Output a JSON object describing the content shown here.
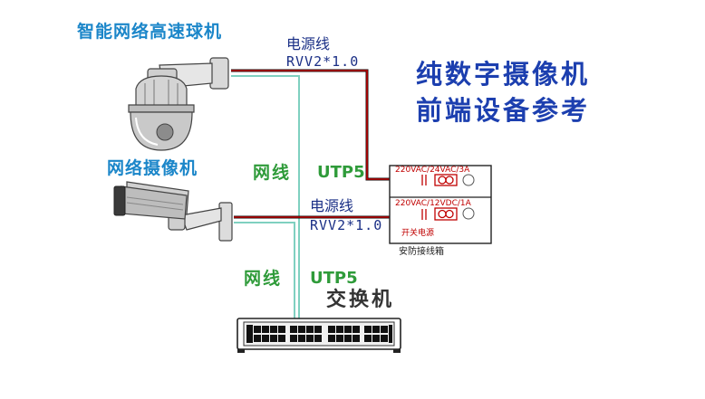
{
  "title": {
    "line1": "纯数字摄像机",
    "line2": "前端设备参考"
  },
  "devices": {
    "ptz_camera": "智能网络高速球机",
    "bullet_camera": "网络摄像机",
    "switch": "交换机",
    "junction_box": "安防接线箱"
  },
  "cables": {
    "power_top": {
      "name": "电源线",
      "spec": "RVV2*1.0"
    },
    "power_mid": {
      "name": "电源线",
      "spec": "RVV2*1.0"
    },
    "network_upper": {
      "name": "网线",
      "spec": "UTP5"
    },
    "network_lower": {
      "name": "网线",
      "spec": "UTP5"
    }
  },
  "junction_box": {
    "label1": "220VAC/24VAC/3A",
    "label2": "220VAC/12VDC/1A",
    "label3": "开关电源"
  },
  "colors": {
    "power_wire": "#c00000",
    "network_wire": "#7fd0c0",
    "title": "#1c3faf",
    "device_label": "#1b86c9",
    "network_label": "#2f9b3a",
    "power_label": "#1a2f86"
  },
  "icons": [
    "ptz-dome-camera-icon",
    "bullet-camera-icon",
    "network-switch-icon",
    "power-transformer-icon"
  ]
}
